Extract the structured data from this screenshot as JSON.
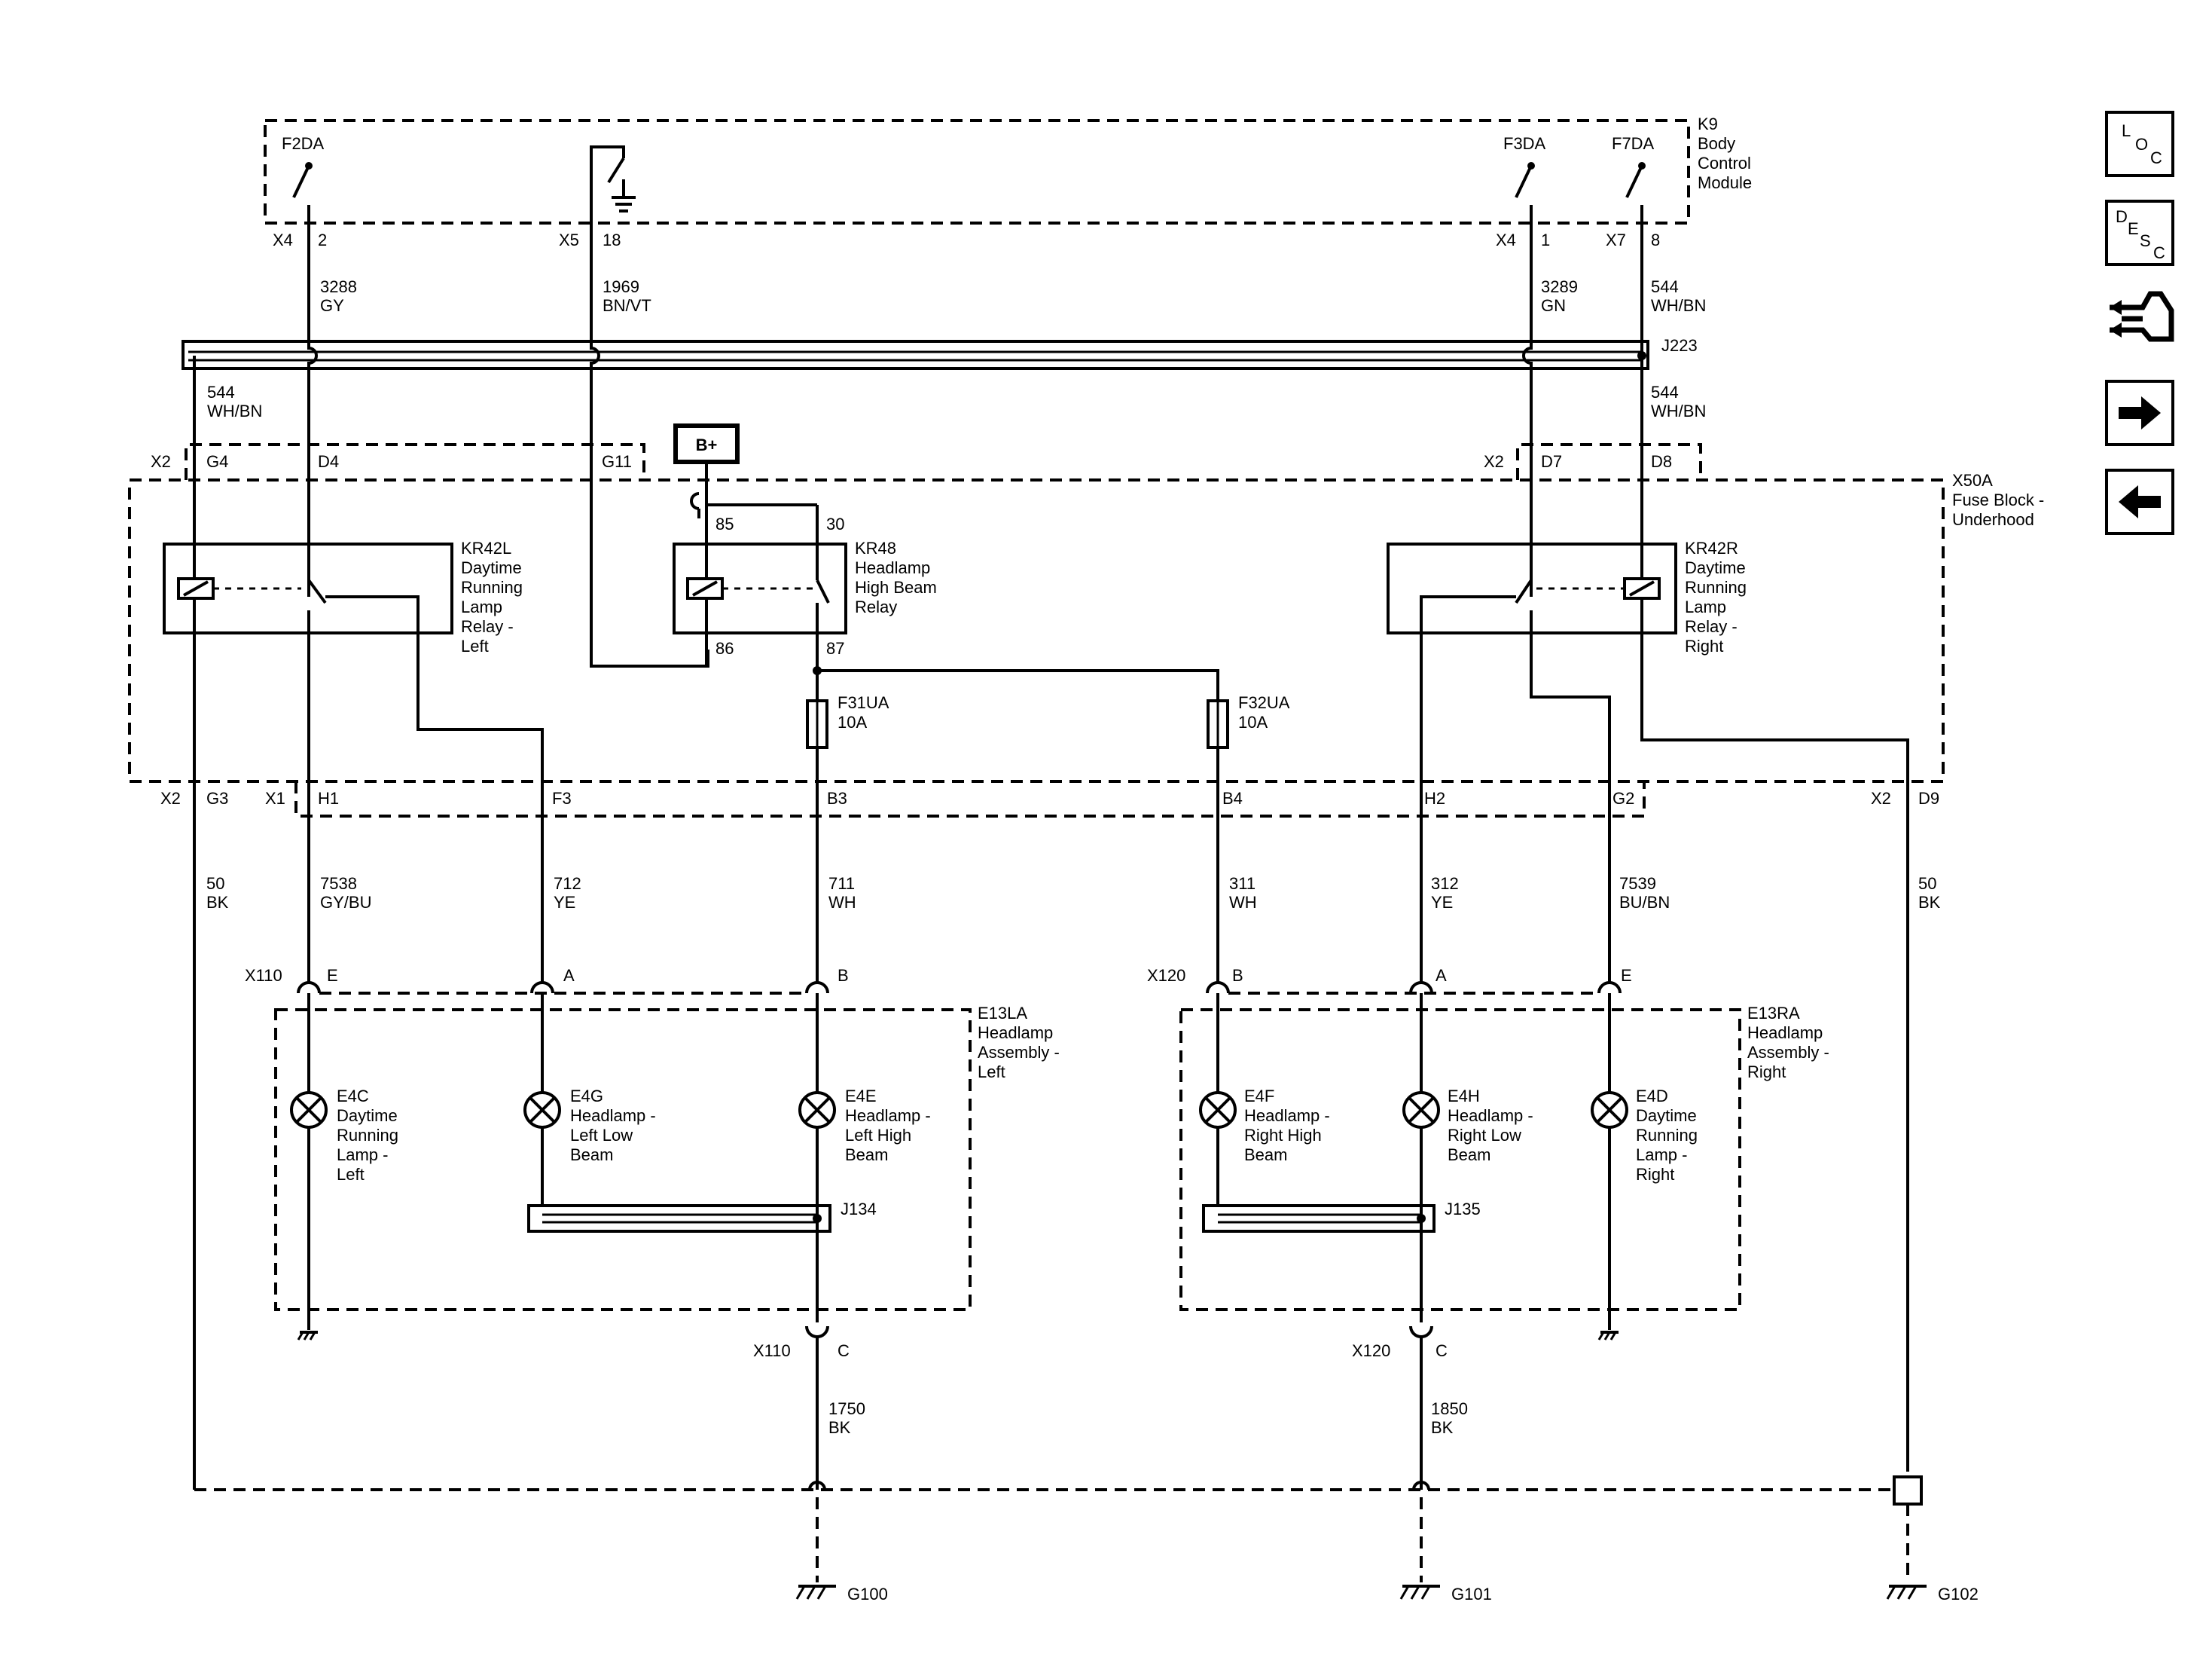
{
  "module": {
    "ref": "K9",
    "name_lines": [
      "Body",
      "Control",
      "Module"
    ]
  },
  "module_switches": [
    "F2DA",
    "F3DA",
    "F7DA"
  ],
  "module_pins": [
    {
      "connector": "X4",
      "pin": "2"
    },
    {
      "connector": "X5",
      "pin": "18"
    },
    {
      "connector": "X4",
      "pin": "1"
    },
    {
      "connector": "X7",
      "pin": "8"
    }
  ],
  "wires_top": [
    {
      "circuit": "3288",
      "color": "GY"
    },
    {
      "circuit": "1969",
      "color": "BN/VT"
    },
    {
      "circuit": "3289",
      "color": "GN"
    },
    {
      "circuit": "544",
      "color": "WH/BN"
    }
  ],
  "splice_top": "J223",
  "wires_splice_down": [
    {
      "circuit": "544",
      "color": "WH/BN"
    },
    {
      "circuit": "544",
      "color": "WH/BN"
    }
  ],
  "battery": "B+",
  "fuse_block": {
    "ref": "X50A",
    "name_lines": [
      "Fuse Block -",
      "Underhood"
    ],
    "top_pins": [
      {
        "connector": "X2",
        "pin": "G4"
      },
      {
        "pin": "D4"
      },
      {
        "pin": "G11"
      },
      {
        "connector": "X2",
        "pin": "D7"
      },
      {
        "pin": "D8"
      }
    ],
    "bottom_pins": [
      {
        "connector": "X2",
        "pin": "G3"
      },
      {
        "connector": "X1",
        "pin": "H1"
      },
      {
        "pin": "F3"
      },
      {
        "pin": "B3"
      },
      {
        "pin": "B4"
      },
      {
        "pin": "H2"
      },
      {
        "pin": "G2"
      },
      {
        "connector": "X2",
        "pin": "D9"
      }
    ]
  },
  "relays": [
    {
      "ref": "KR42L",
      "name_lines": [
        "Daytime",
        "Running",
        "Lamp",
        "Relay -",
        "Left"
      ]
    },
    {
      "ref": "KR48",
      "name_lines": [
        "Headlamp",
        "High Beam",
        "Relay"
      ],
      "pins": [
        "85",
        "30",
        "86",
        "87"
      ]
    },
    {
      "ref": "KR42R",
      "name_lines": [
        "Daytime",
        "Running",
        "Lamp",
        "Relay -",
        "Right"
      ]
    }
  ],
  "fuses": [
    {
      "ref": "F31UA",
      "rating": "10A"
    },
    {
      "ref": "F32UA",
      "rating": "10A"
    }
  ],
  "wires_mid": [
    {
      "circuit": "50",
      "color": "BK"
    },
    {
      "circuit": "7538",
      "color": "GY/BU"
    },
    {
      "circuit": "712",
      "color": "YE"
    },
    {
      "circuit": "711",
      "color": "WH"
    },
    {
      "circuit": "311",
      "color": "WH"
    },
    {
      "circuit": "312",
      "color": "YE"
    },
    {
      "circuit": "7539",
      "color": "BU/BN"
    },
    {
      "circuit": "50",
      "color": "BK"
    }
  ],
  "connectors": [
    {
      "ref": "X110",
      "pins": [
        "E",
        "A",
        "B"
      ]
    },
    {
      "ref": "X120",
      "pins": [
        "B",
        "A",
        "E"
      ]
    }
  ],
  "assemblies": [
    {
      "ref": "E13LA",
      "name_lines": [
        "Headlamp",
        "Assembly -",
        "Left"
      ]
    },
    {
      "ref": "E13RA",
      "name_lines": [
        "Headlamp",
        "Assembly -",
        "Right"
      ]
    }
  ],
  "lamps": [
    {
      "ref": "E4C",
      "name_lines": [
        "Daytime",
        "Running",
        "Lamp -",
        "Left"
      ]
    },
    {
      "ref": "E4G",
      "name_lines": [
        "Headlamp -",
        "Left Low",
        "Beam"
      ]
    },
    {
      "ref": "E4E",
      "name_lines": [
        "Headlamp -",
        "Left High",
        "Beam"
      ]
    },
    {
      "ref": "E4F",
      "name_lines": [
        "Headlamp -",
        "Right High",
        "Beam"
      ]
    },
    {
      "ref": "E4H",
      "name_lines": [
        "Headlamp -",
        "Right Low",
        "Beam"
      ]
    },
    {
      "ref": "E4D",
      "name_lines": [
        "Daytime",
        "Running",
        "Lamp -",
        "Right"
      ]
    }
  ],
  "lamp_splices": [
    "J134",
    "J135"
  ],
  "ground_connectors": [
    {
      "connector": "X110",
      "pin": "C"
    },
    {
      "connector": "X120",
      "pin": "C"
    }
  ],
  "wires_ground": [
    {
      "circuit": "1750",
      "color": "BK"
    },
    {
      "circuit": "1850",
      "color": "BK"
    }
  ],
  "grounds": [
    "G100",
    "G101",
    "G102"
  ],
  "nav_buttons": [
    {
      "letters": [
        "L",
        "O",
        "C"
      ]
    },
    {
      "letters": [
        "D",
        "E",
        "S",
        "C"
      ]
    },
    {
      "icon": "connector-icon"
    },
    {
      "icon": "arrow-right-icon"
    },
    {
      "icon": "arrow-left-icon"
    }
  ]
}
